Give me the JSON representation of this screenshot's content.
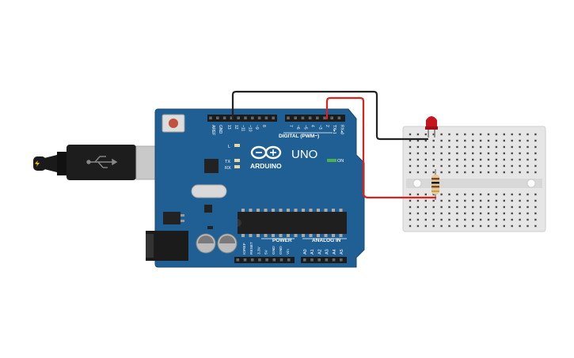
{
  "board": {
    "logo_text": "ARDUINO",
    "model_text": "UNO",
    "digital_header_label": "DIGITAL (PWM~)",
    "power_header_label": "POWER",
    "analog_header_label": "ANALOG IN",
    "on_label": "ON",
    "led_labels": [
      "L",
      "TX",
      "RX"
    ],
    "top_pin_labels": [
      "AREF",
      "GND",
      "13",
      "12",
      "~11",
      "~10",
      "~9",
      "8",
      "7",
      "~6",
      "~5",
      "4",
      "~3",
      "2",
      "TX▸1",
      "RX◂0"
    ],
    "power_pin_labels": [
      "IOREF",
      "RESET",
      "3.3V",
      "5V",
      "GND",
      "GND",
      "Vin"
    ],
    "analog_pin_labels": [
      "A0",
      "A1",
      "A2",
      "A3",
      "A4",
      "A5"
    ]
  },
  "wires": [
    {
      "name": "gnd-wire",
      "color": "#222222"
    },
    {
      "name": "pin2-wire",
      "color": "#e0201b"
    }
  ],
  "components": {
    "led_color": "#c8141c",
    "resistor_color": "#e8c89a",
    "usb_cable_color": "#1a1a1a",
    "board_color": "#1f5f94",
    "breadboard_color": "#e6e6e6"
  }
}
